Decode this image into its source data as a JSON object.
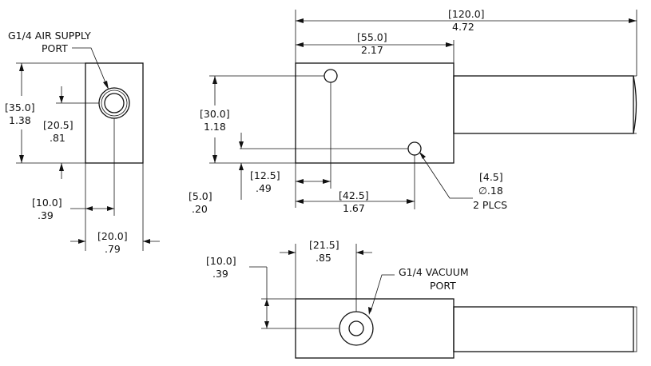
{
  "annotations": {
    "air_supply_line1": "G1/4 AIR SUPPLY",
    "air_supply_line2": "PORT",
    "vacuum_line1": "G1/4 VACUUM",
    "vacuum_line2": "PORT",
    "hole_size_mm": "[4.5]",
    "hole_size_in": "∅.18",
    "hole_qty": "2 PLCS"
  },
  "dimensions": {
    "overall_length": {
      "mm": "[120.0]",
      "inch": "4.72"
    },
    "body_length": {
      "mm": "[55.0]",
      "inch": "2.17"
    },
    "height": {
      "mm": "[35.0]",
      "inch": "1.38"
    },
    "air_port_height": {
      "mm": "[20.5]",
      "inch": ".81"
    },
    "air_port_offset": {
      "mm": "[10.0]",
      "inch": ".39"
    },
    "width": {
      "mm": "[20.0]",
      "inch": ".79"
    },
    "hole_vertical_spacing": {
      "mm": "[30.0]",
      "inch": "1.18"
    },
    "hole_x1": {
      "mm": "[12.5]",
      "inch": ".49"
    },
    "hole_y1": {
      "mm": "[5.0]",
      "inch": ".20"
    },
    "hole_x2": {
      "mm": "[42.5]",
      "inch": "1.67"
    },
    "vacuum_port_x": {
      "mm": "[21.5]",
      "inch": ".85"
    },
    "vacuum_port_y": {
      "mm": "[10.0]",
      "inch": ".39"
    }
  }
}
